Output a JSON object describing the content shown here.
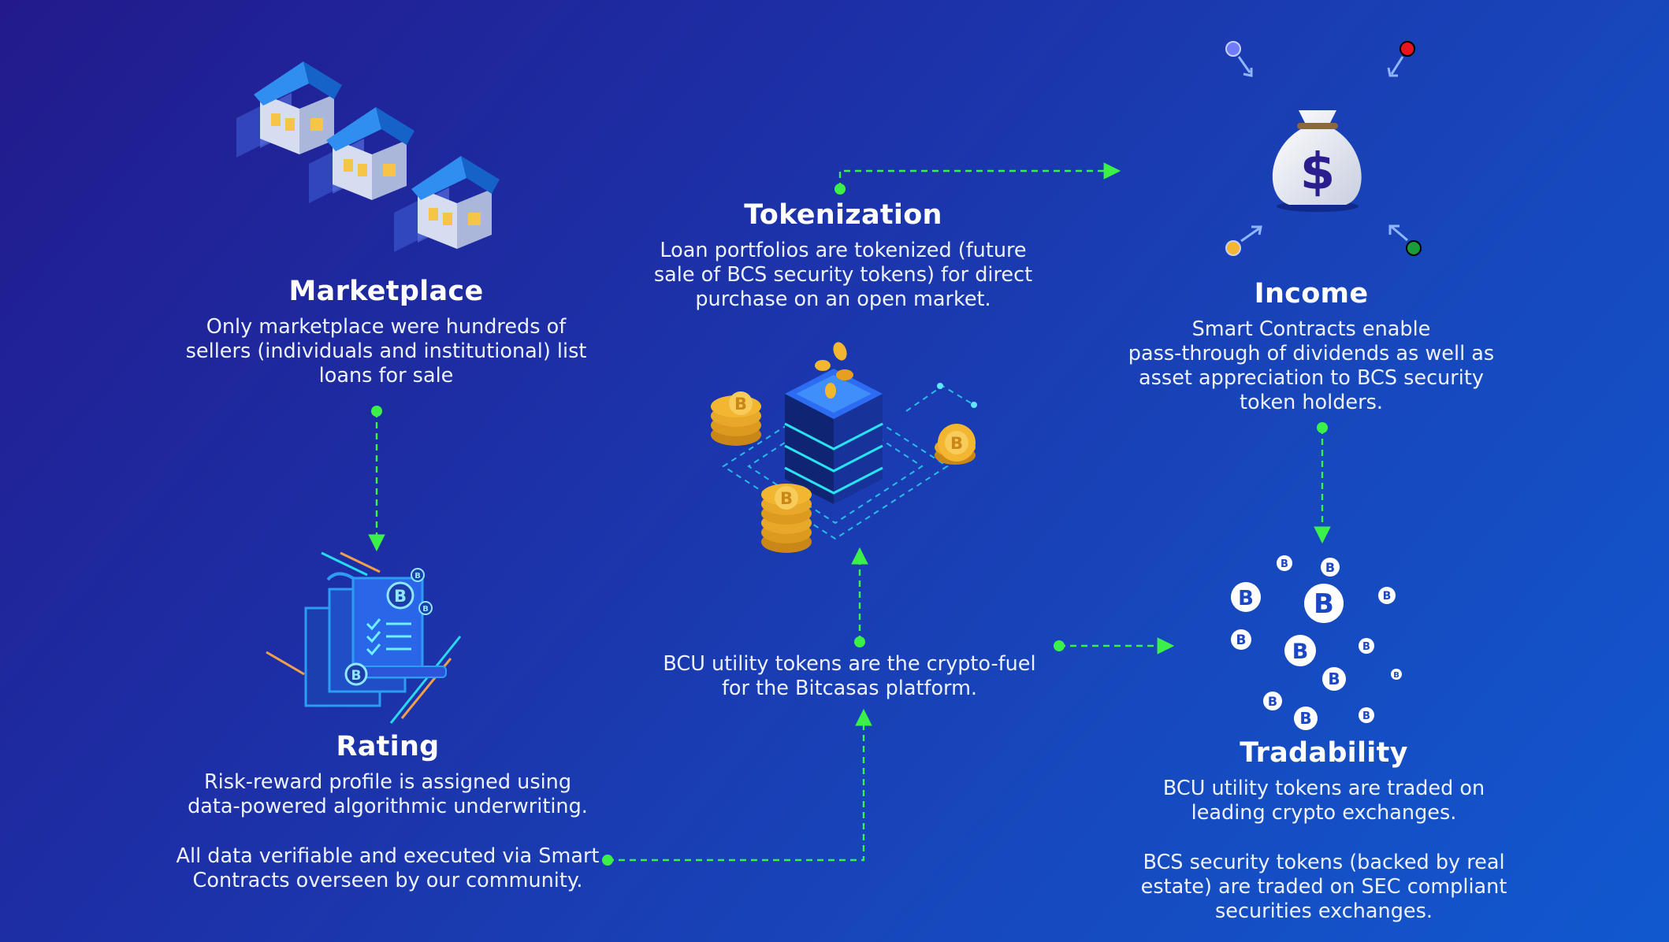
{
  "nodes": {
    "marketplace": {
      "title": "Marketplace",
      "desc": [
        "Only marketplace were hundreds of",
        "sellers (individuals and institutional) list",
        "loans for sale"
      ]
    },
    "tokenization": {
      "title": "Tokenization",
      "desc": [
        "Loan portfolios are tokenized (future",
        "sale of BCS security tokens) for direct",
        "purchase on an open market."
      ]
    },
    "income": {
      "title": "Income",
      "desc": [
        "Smart Contracts enable",
        "pass-through of dividends as well as",
        "asset appreciation to BCS security",
        "token holders."
      ]
    },
    "rating": {
      "title": "Rating",
      "desc1": [
        "Risk-reward profile is assigned using",
        "data-powered algorithmic underwriting."
      ],
      "desc2": [
        "All data verifiable and executed via Smart",
        "Contracts overseen by our community."
      ]
    },
    "platform": {
      "desc": [
        "BCU utility tokens are the crypto-fuel",
        "for the Bitcasas platform."
      ]
    },
    "tradability": {
      "title": "Tradability",
      "desc1": [
        "BCU utility tokens are traded on",
        "leading crypto exchanges."
      ],
      "desc2": [
        "BCS security tokens (backed by real",
        "estate) are traded on SEC compliant",
        "securities exchanges."
      ]
    }
  },
  "icons": {
    "marketplace": "houses-icon",
    "tokenization": "server-coins-icon",
    "income": "money-bag-icon",
    "rating": "document-checklist-icon",
    "tradability": "bitcoin-cluster-icon",
    "coin_symbol": "$"
  },
  "colors": {
    "connector": "#3cf04a",
    "coin_gold": "#f2b630",
    "background_start": "#221a8c",
    "background_end": "#1158cf"
  }
}
